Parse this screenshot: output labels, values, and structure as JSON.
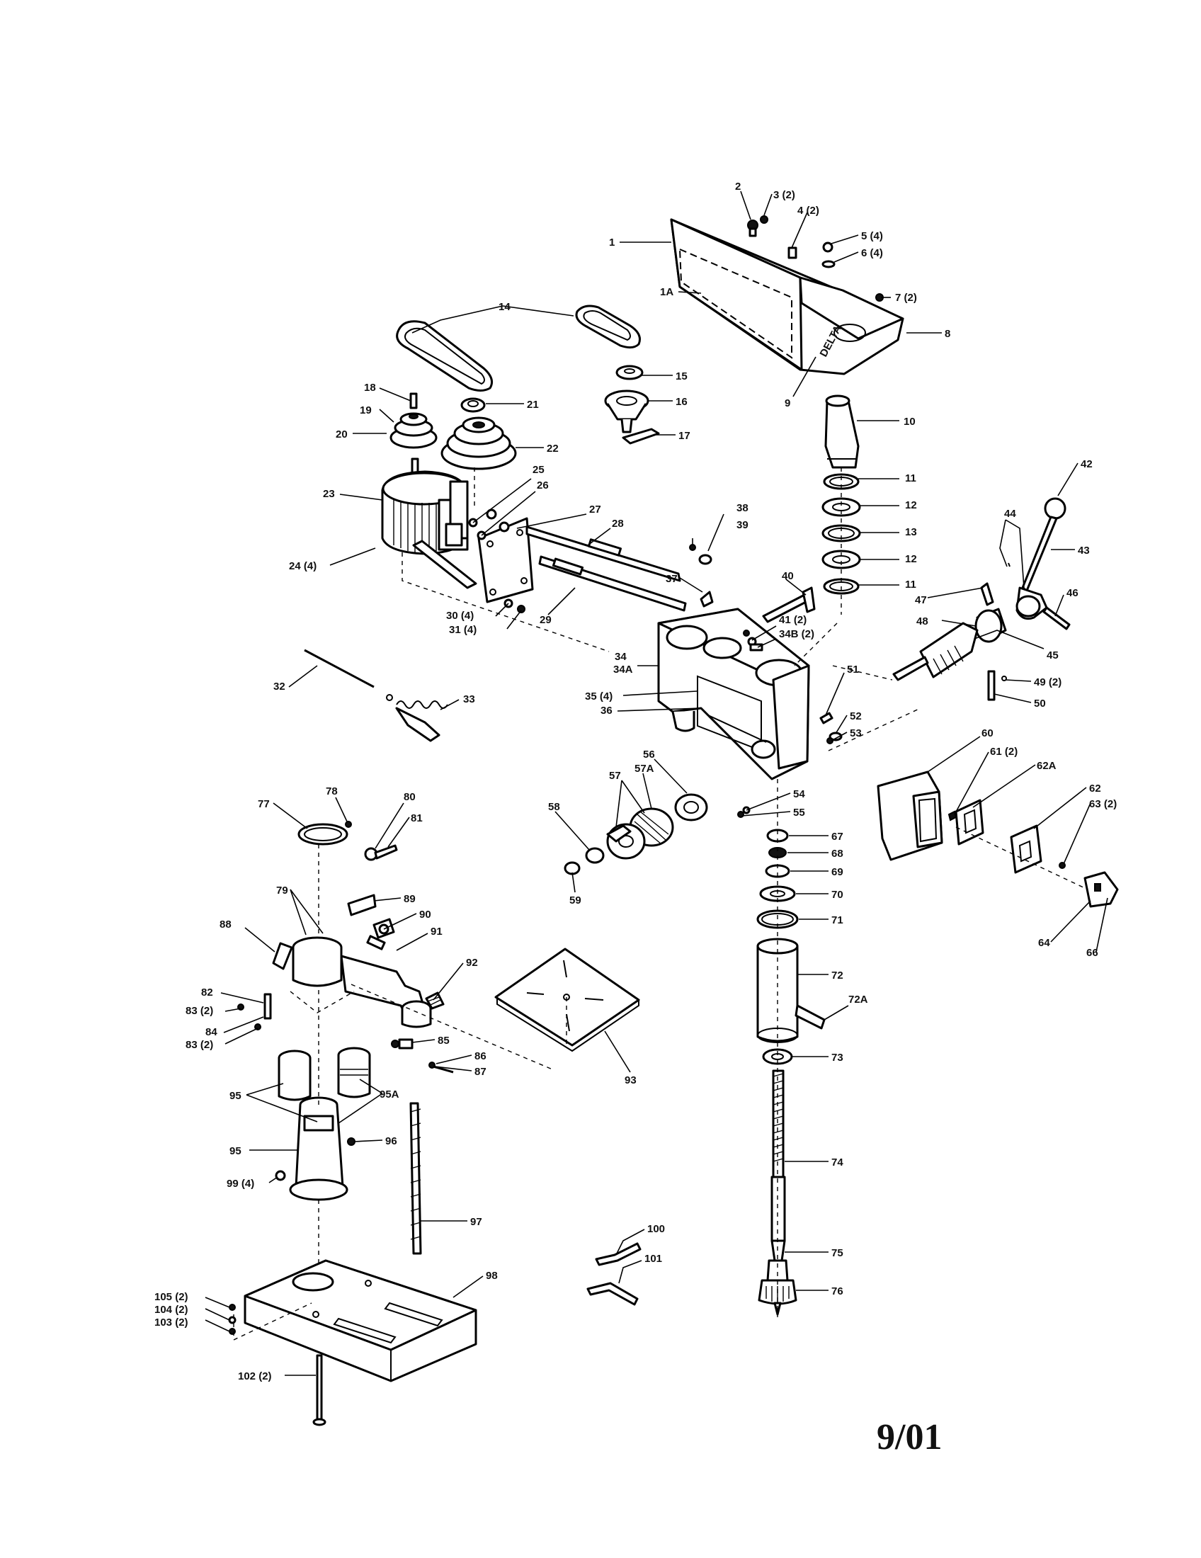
{
  "brand": "DELTA",
  "date_code": "9/01",
  "callouts": [
    {
      "id": "c1",
      "text": "1"
    },
    {
      "id": "c2",
      "text": "2"
    },
    {
      "id": "c3",
      "text": "3 (2)"
    },
    {
      "id": "c4",
      "text": "4 (2)"
    },
    {
      "id": "c5",
      "text": "5 (4)"
    },
    {
      "id": "c6",
      "text": "6 (4)"
    },
    {
      "id": "c1a",
      "text": "1A"
    },
    {
      "id": "c7",
      "text": "7 (2)"
    },
    {
      "id": "c8",
      "text": "8"
    },
    {
      "id": "c9",
      "text": "9"
    },
    {
      "id": "c10",
      "text": "10"
    },
    {
      "id": "c14",
      "text": "14"
    },
    {
      "id": "c15",
      "text": "15"
    },
    {
      "id": "c16",
      "text": "16"
    },
    {
      "id": "c17",
      "text": "17"
    },
    {
      "id": "c18",
      "text": "18"
    },
    {
      "id": "c19",
      "text": "19"
    },
    {
      "id": "c20",
      "text": "20"
    },
    {
      "id": "c21",
      "text": "21"
    },
    {
      "id": "c22",
      "text": "22"
    },
    {
      "id": "c23",
      "text": "23"
    },
    {
      "id": "c24",
      "text": "24 (4)"
    },
    {
      "id": "c25",
      "text": "25"
    },
    {
      "id": "c26",
      "text": "26"
    },
    {
      "id": "c27",
      "text": "27"
    },
    {
      "id": "c28",
      "text": "28"
    },
    {
      "id": "c29",
      "text": "29"
    },
    {
      "id": "c30",
      "text": "30 (4)"
    },
    {
      "id": "c31",
      "text": "31 (4)"
    },
    {
      "id": "c32",
      "text": "32"
    },
    {
      "id": "c33",
      "text": "33"
    },
    {
      "id": "c34",
      "text": "34"
    },
    {
      "id": "c34a",
      "text": "34A"
    },
    {
      "id": "c35",
      "text": "35 (4)"
    },
    {
      "id": "c36",
      "text": "36"
    },
    {
      "id": "c37",
      "text": "37"
    },
    {
      "id": "c38",
      "text": "38"
    },
    {
      "id": "c39",
      "text": "39"
    },
    {
      "id": "c40",
      "text": "40"
    },
    {
      "id": "c41",
      "text": "41 (2)"
    },
    {
      "id": "c34b",
      "text": "34B (2)"
    },
    {
      "id": "c11a",
      "text": "11"
    },
    {
      "id": "c12a",
      "text": "12"
    },
    {
      "id": "c13",
      "text": "13"
    },
    {
      "id": "c12b",
      "text": "12"
    },
    {
      "id": "c11b",
      "text": "11"
    },
    {
      "id": "c42",
      "text": "42"
    },
    {
      "id": "c43",
      "text": "43"
    },
    {
      "id": "c44",
      "text": "44"
    },
    {
      "id": "c45",
      "text": "45"
    },
    {
      "id": "c46",
      "text": "46"
    },
    {
      "id": "c47",
      "text": "47"
    },
    {
      "id": "c48",
      "text": "48"
    },
    {
      "id": "c49",
      "text": "49 (2)"
    },
    {
      "id": "c50",
      "text": "50"
    },
    {
      "id": "c51",
      "text": "51"
    },
    {
      "id": "c52",
      "text": "52"
    },
    {
      "id": "c53",
      "text": "53"
    },
    {
      "id": "c54",
      "text": "54"
    },
    {
      "id": "c55",
      "text": "55"
    },
    {
      "id": "c56",
      "text": "56"
    },
    {
      "id": "c57",
      "text": "57"
    },
    {
      "id": "c57a",
      "text": "57A"
    },
    {
      "id": "c58",
      "text": "58"
    },
    {
      "id": "c59",
      "text": "59"
    },
    {
      "id": "c60",
      "text": "60"
    },
    {
      "id": "c61",
      "text": "61 (2)"
    },
    {
      "id": "c62a",
      "text": "62A"
    },
    {
      "id": "c62",
      "text": "62"
    },
    {
      "id": "c63",
      "text": "63 (2)"
    },
    {
      "id": "c64",
      "text": "64"
    },
    {
      "id": "c66",
      "text": "66"
    },
    {
      "id": "c67",
      "text": "67"
    },
    {
      "id": "c68",
      "text": "68"
    },
    {
      "id": "c69",
      "text": "69"
    },
    {
      "id": "c70",
      "text": "70"
    },
    {
      "id": "c71",
      "text": "71"
    },
    {
      "id": "c72",
      "text": "72"
    },
    {
      "id": "c72a",
      "text": "72A"
    },
    {
      "id": "c73",
      "text": "73"
    },
    {
      "id": "c74",
      "text": "74"
    },
    {
      "id": "c75",
      "text": "75"
    },
    {
      "id": "c76",
      "text": "76"
    },
    {
      "id": "c77",
      "text": "77"
    },
    {
      "id": "c78",
      "text": "78"
    },
    {
      "id": "c79",
      "text": "79"
    },
    {
      "id": "c80",
      "text": "80"
    },
    {
      "id": "c81",
      "text": "81"
    },
    {
      "id": "c88",
      "text": "88"
    },
    {
      "id": "c89",
      "text": "89"
    },
    {
      "id": "c90",
      "text": "90"
    },
    {
      "id": "c91",
      "text": "91"
    },
    {
      "id": "c92",
      "text": "92"
    },
    {
      "id": "c82",
      "text": "82"
    },
    {
      "id": "c83a",
      "text": "83 (2)"
    },
    {
      "id": "c84",
      "text": "84"
    },
    {
      "id": "c83b",
      "text": "83 (2)"
    },
    {
      "id": "c85",
      "text": "85"
    },
    {
      "id": "c86",
      "text": "86"
    },
    {
      "id": "c87",
      "text": "87"
    },
    {
      "id": "c93",
      "text": "93"
    },
    {
      "id": "c95a",
      "text": "95"
    },
    {
      "id": "c95aa",
      "text": "95A"
    },
    {
      "id": "c95b",
      "text": "95"
    },
    {
      "id": "c96",
      "text": "96"
    },
    {
      "id": "c99",
      "text": "99 (4)"
    },
    {
      "id": "c97",
      "text": "97"
    },
    {
      "id": "c98",
      "text": "98"
    },
    {
      "id": "c100",
      "text": "100"
    },
    {
      "id": "c101",
      "text": "101"
    },
    {
      "id": "c105",
      "text": "105 (2)"
    },
    {
      "id": "c104",
      "text": "104 (2)"
    },
    {
      "id": "c103",
      "text": "103 (2)"
    },
    {
      "id": "c102",
      "text": "102 (2)"
    }
  ]
}
